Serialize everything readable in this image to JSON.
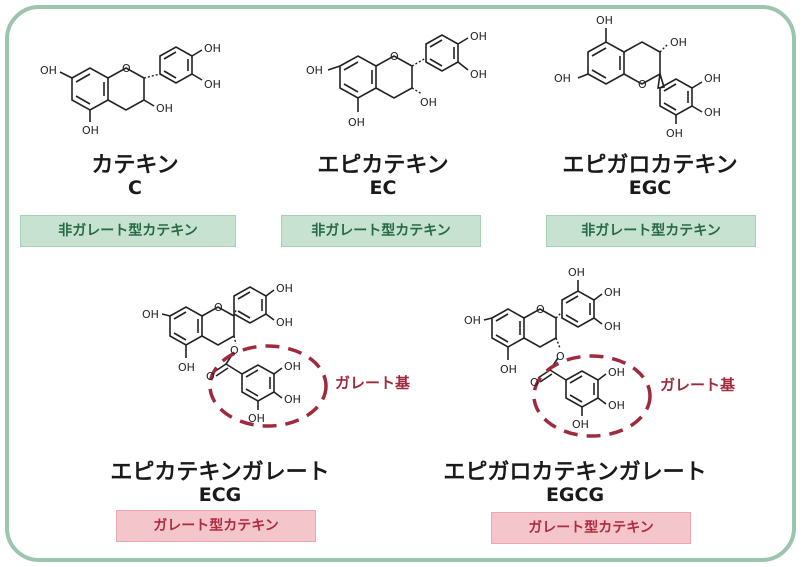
{
  "compounds": [
    {
      "name": "カテキン",
      "abbr": "C",
      "category": "非ガレート型カテキン"
    },
    {
      "name": "エピカテキン",
      "abbr": "EC",
      "category": "非ガレート型カテキン"
    },
    {
      "name": "エピガロカテキン",
      "abbr": "EGC",
      "category": "非ガレート型カテキン"
    },
    {
      "name": "エピカテキンガレート",
      "abbr": "ECG",
      "category": "ガレート型カテキン"
    },
    {
      "name": "エピガロカテキンガレート",
      "abbr": "EGCG",
      "category": "ガレート型カテキン"
    }
  ],
  "galloyl_group_label": "ガレート基",
  "atom_label": "OH",
  "atom_label_o": "O",
  "colors": {
    "frame": "#9dc4ad",
    "non_galloyl_badge_bg": "#c7e2d0",
    "non_galloyl_badge_text": "#256a45",
    "galloyl_badge_bg": "#f4c6cc",
    "galloyl_badge_text": "#b02b3e",
    "galloyl_highlight": "#9e2a3c"
  }
}
